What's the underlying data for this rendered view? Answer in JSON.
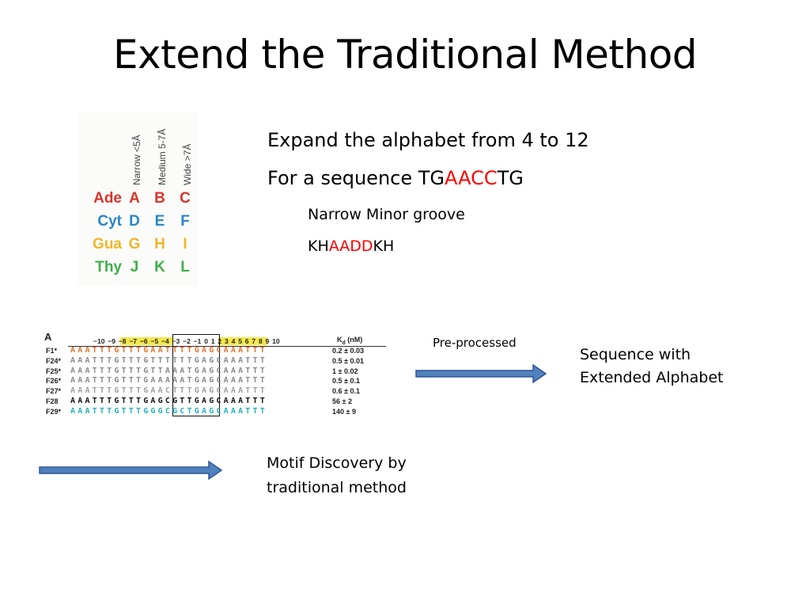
{
  "slide": {
    "title": "Extend the Traditional Method",
    "bullets": {
      "b1": "Expand the alphabet from 4 to 12",
      "b2_prefix": "For a sequence TG",
      "b2_red": "AACC",
      "b2_suffix": "TG",
      "b3": "Narrow Minor groove",
      "b4_prefix": "KH",
      "b4_red": "AADD",
      "b4_suffix": "KH"
    },
    "labels": {
      "preprocessed": "Pre-processed",
      "sequence_line1": "Sequence with",
      "sequence_line2": "Extended Alphabet",
      "motif_line1": "Motif Discovery by",
      "motif_line2": "traditional method"
    }
  },
  "alphabet": {
    "columns": [
      "Narrow <5Å",
      "Medium 5-7Å",
      "Wide >7Å"
    ],
    "rows": [
      {
        "name": "Ade",
        "letters": [
          "A",
          "B",
          "C"
        ],
        "color": "#d9342b"
      },
      {
        "name": "Cyt",
        "letters": [
          "D",
          "E",
          "F"
        ],
        "color": "#2a86c7"
      },
      {
        "name": "Gua",
        "letters": [
          "G",
          "H",
          "I"
        ],
        "color": "#f0b52a"
      },
      {
        "name": "Thy",
        "letters": [
          "J",
          "K",
          "L"
        ],
        "color": "#3fae49"
      }
    ]
  },
  "sequence_figure": {
    "panel": "A",
    "positions": "−10 −9 −8 −7 −6 −5 −4 −3 −2 −1 0 1 2 3 4 5 6 7 8 9 10",
    "kd_header": "K",
    "kd_sub": "d",
    "kd_unit": " (nM)",
    "rows": [
      {
        "name": "F1*",
        "seq": "AAATTTGTTTGAATTTTGAGCAAATTT",
        "kd": "0.2 ± 0.03",
        "color": "#e8732a"
      },
      {
        "name": "F24*",
        "seq": "AAATTTGTTTGTTTTTTGAGCAAATTT",
        "kd": "0.5 ± 0.01",
        "color": "#8a8a8a"
      },
      {
        "name": "F25*",
        "seq": "AAATTTGTTTGTTAAATGAGCAAATTT",
        "kd": "1 ± 0.02",
        "color": "#8a8a8a"
      },
      {
        "name": "F26*",
        "seq": "AAATTTGTTTGAAAAATGAGCAAATTT",
        "kd": "0.5 ± 0.1",
        "color": "#8a8a8a"
      },
      {
        "name": "F27*",
        "seq": "AAATTTGTTTGAACTTTGAGCAAATTT",
        "kd": "0.6 ± 0.1",
        "color": "#a0a0a0"
      },
      {
        "name": "F28",
        "seq": "AAATTTGTTTGAGCGTTGAGCAAATTT",
        "kd": "56 ± 2",
        "color": "#111111"
      },
      {
        "name": "F29*",
        "seq": "AAATTTGTTTGGGCGCTGAGCAAATTT",
        "kd": "140 ± 9",
        "color": "#23b3c4"
      }
    ]
  }
}
